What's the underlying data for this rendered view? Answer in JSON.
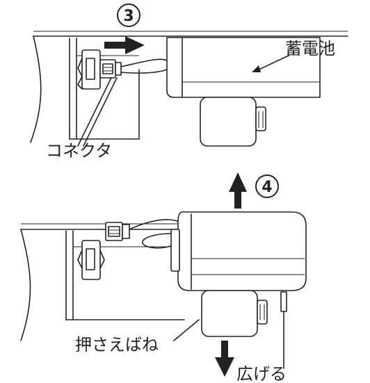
{
  "steps": {
    "step3": "3",
    "step4": "4"
  },
  "labels": {
    "battery": "蓄電池",
    "connector": "コネクタ",
    "spring": "押さえばね",
    "spread": "広げる"
  },
  "icons": {
    "move_right": "arrow-right-icon",
    "lift_up": "arrow-up-icon",
    "push_down": "arrow-down-icon"
  },
  "colors": {
    "ink": "#222222",
    "paper": "#ffffff"
  }
}
